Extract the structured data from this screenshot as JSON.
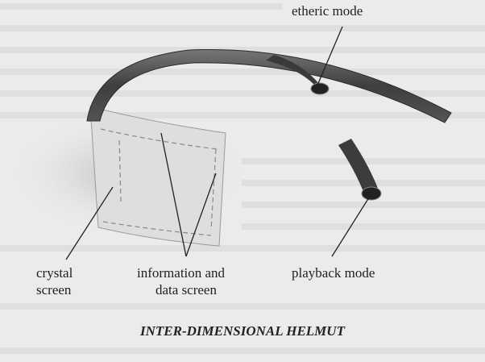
{
  "labels": {
    "etheric_mode": "etheric mode",
    "crystal_screen_1": "crystal",
    "crystal_screen_2": "screen",
    "info_screen_1": "information and",
    "info_screen_2": "data screen",
    "playback_mode": "playback mode"
  },
  "caption": "INTER-DIMENSIONAL HELMUT",
  "colors": {
    "paper": "#ebebe9",
    "band": "#4a4a4a",
    "screen": "#dcdcda",
    "ink": "#1f1f1f"
  }
}
